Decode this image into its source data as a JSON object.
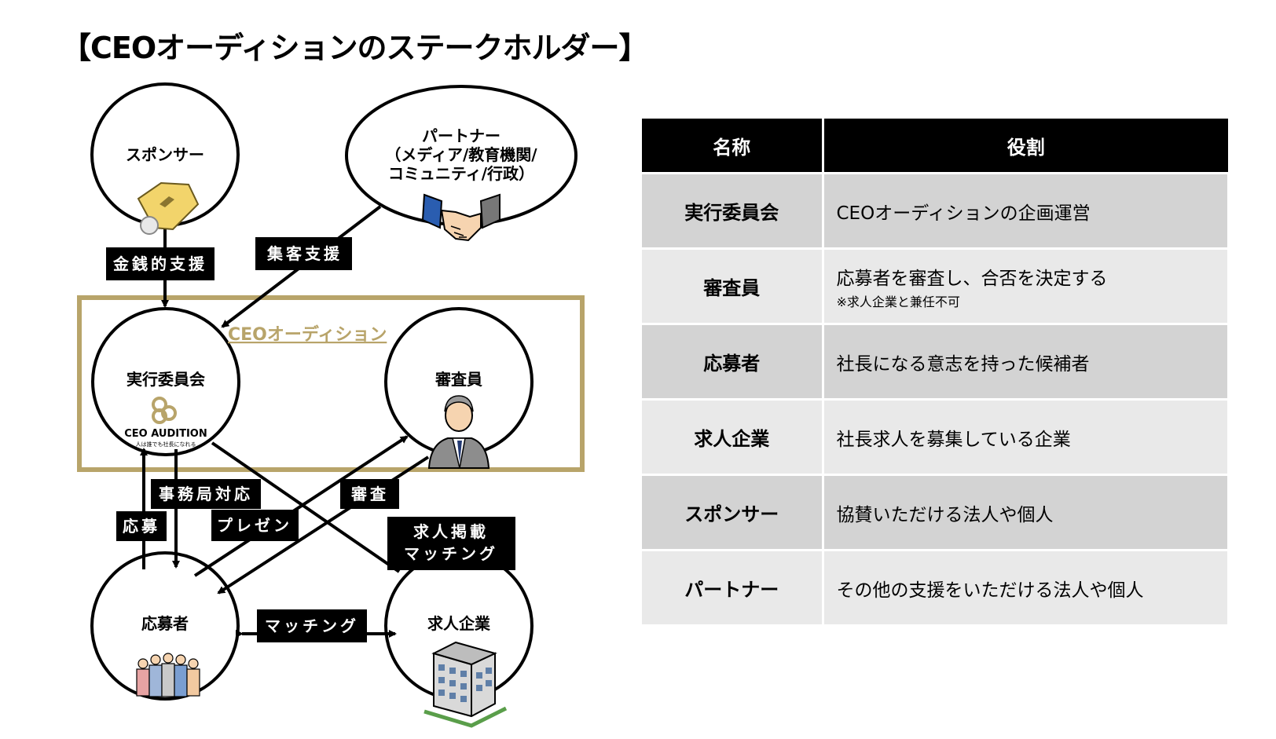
{
  "title": "【CEOオーディションのステークホルダー】",
  "diagram": {
    "nodes": {
      "sponsor": "スポンサー",
      "partner_line1": "パートナー",
      "partner_line2": "（メディア/教育機関/",
      "partner_line3": "コミュニティ/行政）",
      "committee": "実行委員会",
      "judge": "審査員",
      "applicant": "応募者",
      "company": "求人企業"
    },
    "frame_label": "CEOオーディション",
    "logo_text": "CEO AUDITION",
    "logo_tagline": "人は誰でも社長になれる",
    "edges": {
      "financial_support": "金銭的支援",
      "customer_support": "集客支援",
      "secretariat": "事務局対応",
      "apply": "応募",
      "presentation": "プレゼン",
      "review": "審査",
      "job_posting_line1": "求人掲載",
      "job_posting_line2": "マッチング",
      "matching": "マッチング"
    }
  },
  "table": {
    "headers": {
      "name": "名称",
      "role": "役割"
    },
    "rows": [
      {
        "name": "実行委員会",
        "role": "CEOオーディションの企画運営",
        "note": ""
      },
      {
        "name": "審査員",
        "role": "応募者を審査し、合否を決定する",
        "note": "※求人企業と兼任不可"
      },
      {
        "name": "応募者",
        "role": "社長になる意志を持った候補者",
        "note": ""
      },
      {
        "name": "求人企業",
        "role": "社長求人を募集している企業",
        "note": ""
      },
      {
        "name": "スポンサー",
        "role": "協賛いただける法人や個人",
        "note": ""
      },
      {
        "name": "パートナー",
        "role": "その他の支援をいただける法人や個人",
        "note": ""
      }
    ]
  },
  "colors": {
    "frame": "#b8a46a",
    "tag": "#000000",
    "header": "#000000",
    "row_dark": "#d3d3d3",
    "row_light": "#e9e9e9"
  },
  "icons": [
    "coin-hand-icon",
    "handshake-icon",
    "ceo-audition-logo",
    "businessman-icon",
    "people-group-icon",
    "office-building-icon"
  ]
}
